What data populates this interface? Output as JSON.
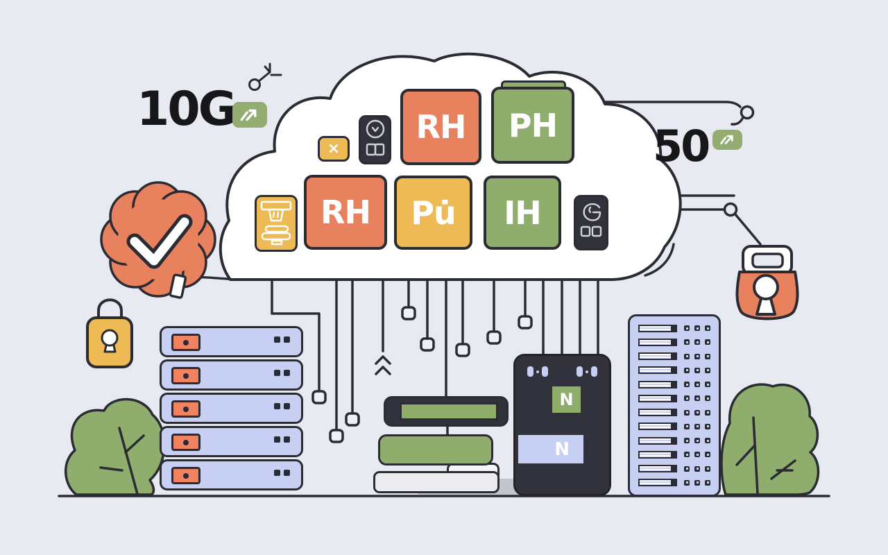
{
  "palette": {
    "background": "#e8eaf2",
    "outline": "#2b2b33",
    "orange": "#e8815d",
    "green": "#8fae6d",
    "yellow": "#edba55",
    "dark": "#32323c",
    "periwinkle": "#c7cff2",
    "badge_green": "#93ad71",
    "chip_orange": "#f08262",
    "white": "#ffffff"
  },
  "metrics": {
    "left": {
      "value": "10G",
      "badge_icon": "trend-up-arrow"
    },
    "right": {
      "value": "50",
      "badge_icon": "trend-up-arrow"
    }
  },
  "cloud": {
    "close_glyph": "×",
    "tiles_top": [
      {
        "label": "RH",
        "color": "#e8815d"
      },
      {
        "label": "PH",
        "color": "#8fae6d"
      }
    ],
    "tiles_bottom": [
      {
        "label": "RH",
        "color": "#e8815d"
      },
      {
        "label": "Pu̇",
        "color": "#edba55"
      },
      {
        "label": "IH",
        "color": "#8fae6d"
      }
    ],
    "icon_tiles": [
      "close-icon",
      "reader-icon",
      "stamp-doodle-icon",
      "g-doodle-icon"
    ]
  },
  "tower": {
    "badge_top": {
      "label": "N",
      "color": "#8fae6d"
    },
    "badge_bottom": {
      "label": "N",
      "color": "#c7cff2"
    }
  },
  "racks": {
    "left_unit_count": 5,
    "right_row_count": 12
  },
  "icons": [
    "branch-icon",
    "check-badge-icon",
    "padlock-yellow-icon",
    "padlock-orange-icon",
    "node-circle-icon",
    "tree-icon"
  ]
}
